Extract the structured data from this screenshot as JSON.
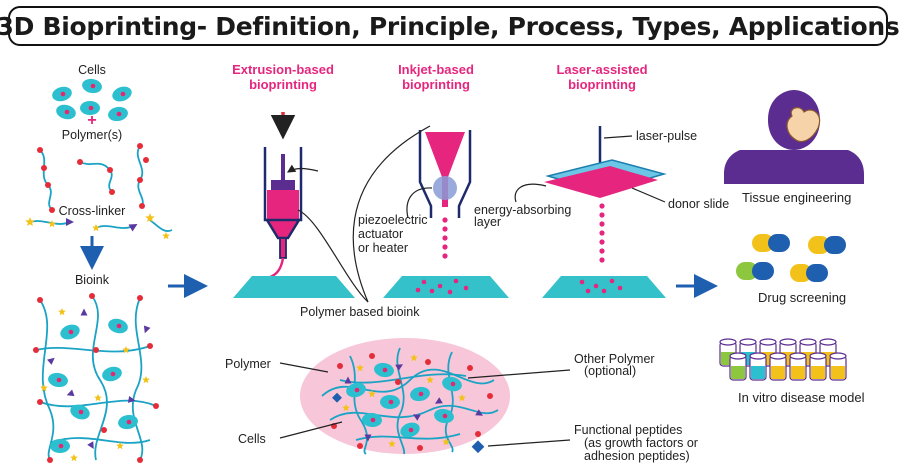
{
  "title": "3D Bioprinting- Definition, Principle, Process, Types, Applications",
  "left_column": {
    "cells": "Cells",
    "plus": "+",
    "polymers": "Polymer(s)",
    "crosslinker": "Cross-linker",
    "bioink": "Bioink"
  },
  "methods": {
    "extrusion": [
      "Extrusion-based",
      "bioprinting"
    ],
    "inkjet": [
      "Inkjet-based",
      "bioprinting"
    ],
    "laser": [
      "Laser-assisted",
      "bioprinting"
    ]
  },
  "labels": {
    "piezo": [
      "piezoelectric",
      "actuator",
      "or heater"
    ],
    "laser_pulse": "laser-pulse",
    "energy_layer": [
      "energy-absorbing",
      "layer"
    ],
    "donor_slide": "donor slide",
    "polymer_bioink": "Polymer based bioink"
  },
  "detail": {
    "polymer": "Polymer",
    "cells": "Cells",
    "other_polymer": [
      "Other Polymer",
      "(optional)"
    ],
    "peptides": [
      "Functional peptides",
      "(as growth factors or",
      "adhesion peptides)"
    ]
  },
  "applications": {
    "tissue": "Tissue engineering",
    "drug": "Drug screening",
    "disease": "In vitro disease model"
  },
  "colors": {
    "cell": "#2bbfd0",
    "cell_nucleus": "#e8266f",
    "polymer_strand": "#1aa3c4",
    "node_red": "#e52d3a",
    "star": "#f2c21b",
    "triangle": "#5b3aa0",
    "magenta": "#e6267e",
    "arrow_blue": "#1f5fb0",
    "plate": "#34c1c9",
    "human": "#5b2d91"
  }
}
